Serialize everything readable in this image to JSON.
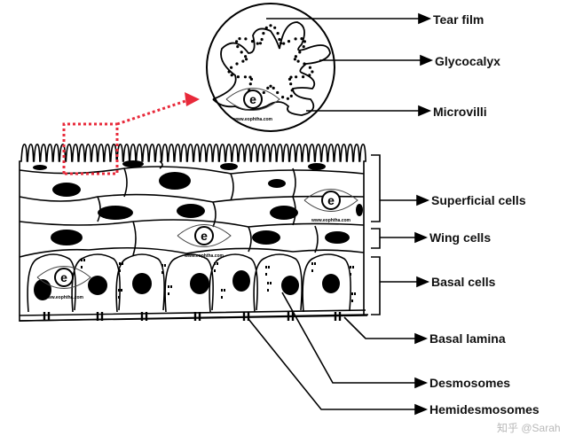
{
  "labels": {
    "tear_film": "Tear film",
    "glycocalyx": "Glycocalyx",
    "microvilli": "Microvilli",
    "superficial_cells": "Superficial cells",
    "wing_cells": "Wing cells",
    "basal_cells": "Basal cells",
    "basal_lamina": "Basal lamina",
    "desmosomes": "Desmosomes",
    "hemidesmosomes": "Hemidesmosomes"
  },
  "watermarks": {
    "site": "www.eophtha.com",
    "logo_letter": "e",
    "platform": "知乎 @Sarah"
  },
  "colors": {
    "line": "#000000",
    "zoom_indicator": "#e8293a"
  }
}
